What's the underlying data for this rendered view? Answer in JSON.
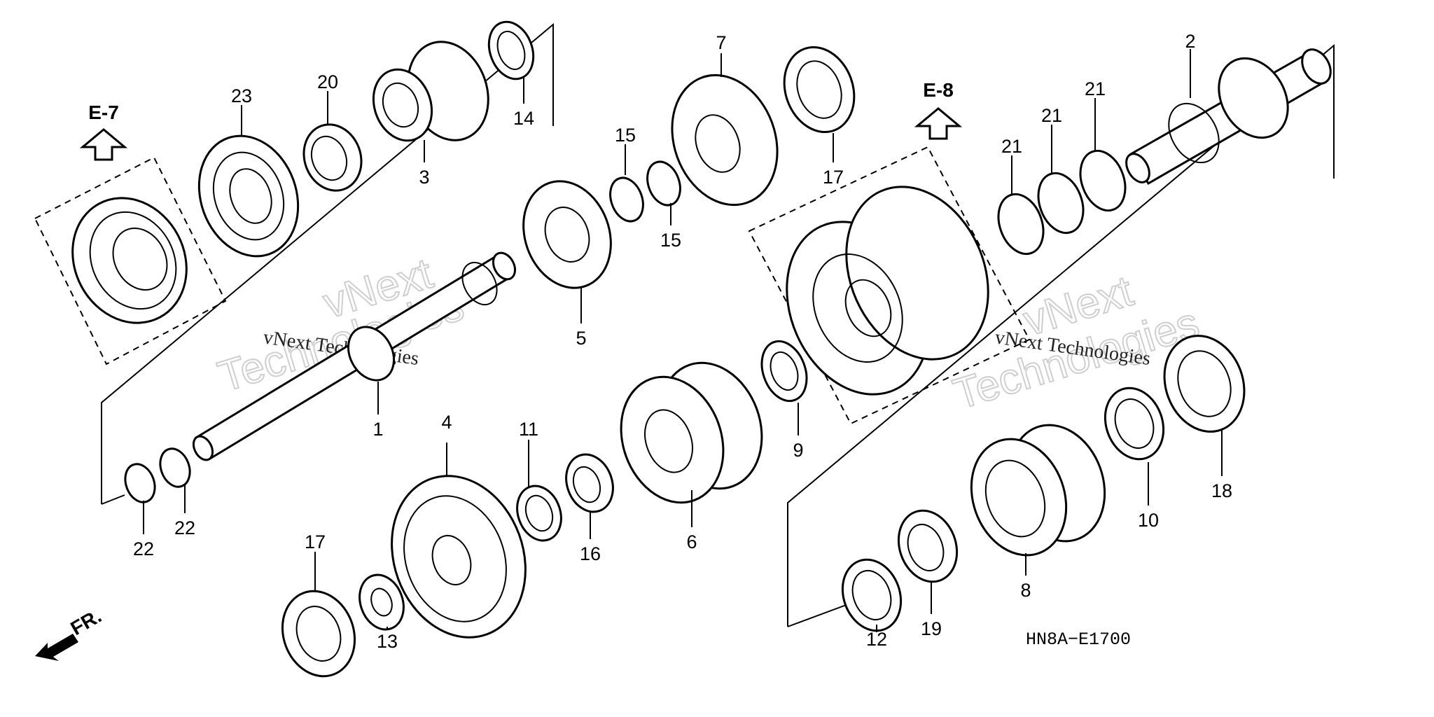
{
  "diagram": {
    "diagram_code": "HN8A−E1700",
    "front_marker": "FR.",
    "references": [
      {
        "id": "ref-e7",
        "label": "E-7"
      },
      {
        "id": "ref-e8",
        "label": "E-8"
      }
    ],
    "watermarks": {
      "left": {
        "line1": "vNext",
        "line2": "Technologies",
        "small": "vNext Technologies"
      },
      "right": {
        "line1": "vNext",
        "line2": "Technologies",
        "small": "vNext Technologies"
      }
    },
    "callouts": [
      "1",
      "2",
      "3",
      "4",
      "5",
      "6",
      "7",
      "8",
      "9",
      "10",
      "11",
      "12",
      "13",
      "14",
      "15",
      "15",
      "16",
      "17",
      "17",
      "18",
      "19",
      "20",
      "21",
      "21",
      "21",
      "22",
      "22",
      "23"
    ]
  }
}
